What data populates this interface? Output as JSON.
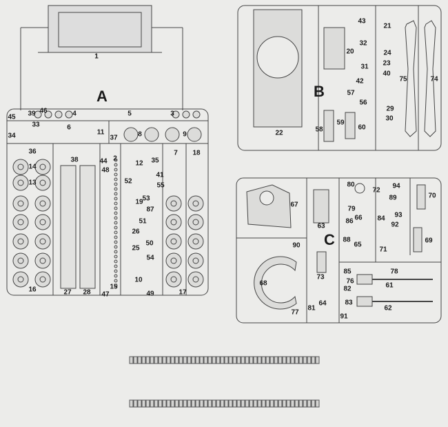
{
  "sprues": {
    "A": {
      "letter": "A",
      "parts": [
        "1",
        "45",
        "39",
        "46",
        "4",
        "5",
        "3",
        "33",
        "6",
        "11",
        "34",
        "37",
        "8",
        "9",
        "36",
        "38",
        "44",
        "2",
        "12",
        "35",
        "7",
        "18",
        "14",
        "48",
        "13",
        "41",
        "52",
        "55",
        "53",
        "19",
        "87",
        "51",
        "26",
        "50",
        "25",
        "54",
        "10",
        "15",
        "16",
        "27",
        "28",
        "47",
        "49",
        "17"
      ]
    },
    "B": {
      "letter": "B",
      "parts": [
        "43",
        "21",
        "32",
        "20",
        "24",
        "23",
        "31",
        "40",
        "42",
        "75",
        "74",
        "57",
        "56",
        "29",
        "30",
        "22",
        "58",
        "59",
        "60"
      ]
    },
    "C": {
      "letter": "C",
      "parts": [
        "80",
        "72",
        "94",
        "70",
        "67",
        "89",
        "79",
        "93",
        "66",
        "86",
        "84",
        "63",
        "92",
        "69",
        "88",
        "65",
        "71",
        "90",
        "78",
        "85",
        "73",
        "68",
        "76",
        "61",
        "82",
        "64",
        "83",
        "62",
        "81",
        "77",
        "91"
      ]
    }
  },
  "colors": {
    "paper": "#ececea",
    "ink": "#333333",
    "plastic": "#d8d8d6"
  }
}
